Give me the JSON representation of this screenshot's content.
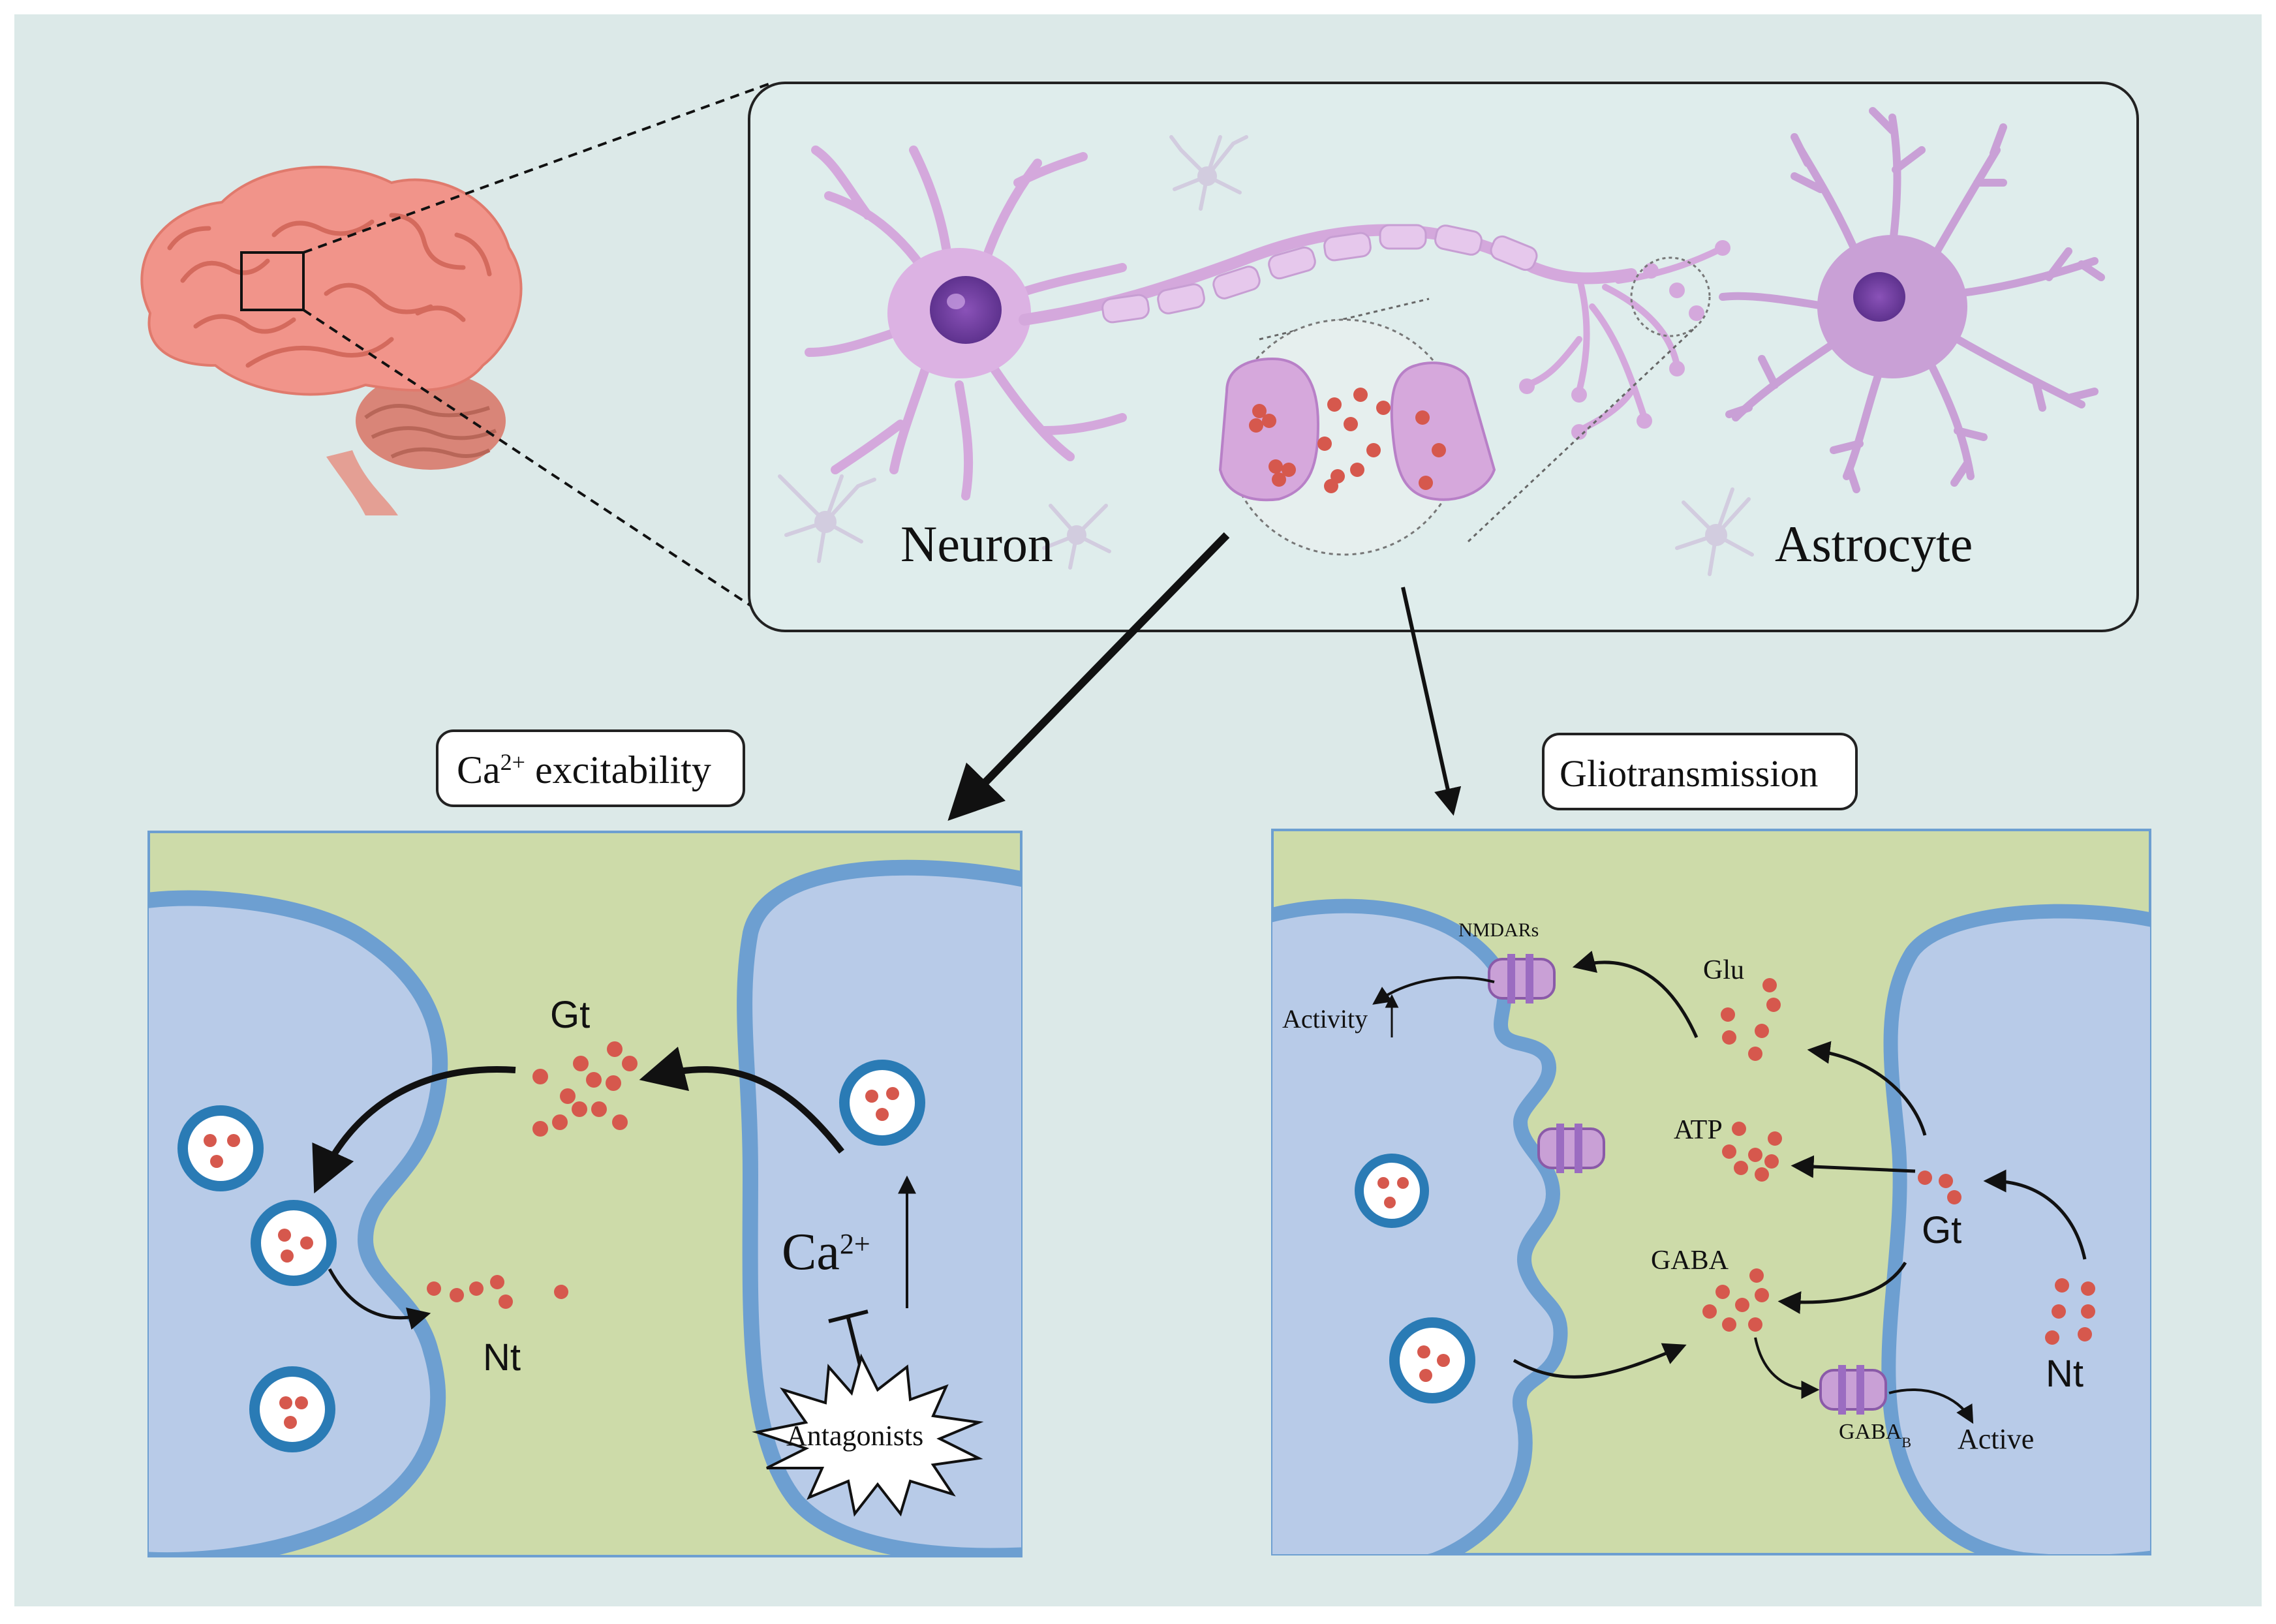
{
  "overview": {
    "neuron_label": "Neuron",
    "astrocyte_label": "Astrocyte"
  },
  "left_panel": {
    "title_main": "Ca",
    "title_sup": "2+",
    "title_rest": " excitability",
    "gt_label": "Gt",
    "nt_label": "Nt",
    "ca_main": "Ca",
    "ca_sup": "2+",
    "antagonists_label": "Antagonists"
  },
  "right_panel": {
    "title": "Gliotransmission",
    "nmdars_label": "NMDARs",
    "activity_label": "Activity",
    "glu_label": "Glu",
    "atp_label": "ATP",
    "gaba_label": "GABA",
    "gt_label": "Gt",
    "nt_label": "Nt",
    "gabab_main": "GABA",
    "gabab_sub": "B",
    "active_label": "Active"
  },
  "colors": {
    "background": "#dce9e8",
    "panel_fill": "#cddba9",
    "cell_fill": "#b8cbe8",
    "cell_border": "#6d9fd1",
    "particle": "#d6584d",
    "neuron": "#d4a8dc",
    "brain": "#f1948a"
  }
}
